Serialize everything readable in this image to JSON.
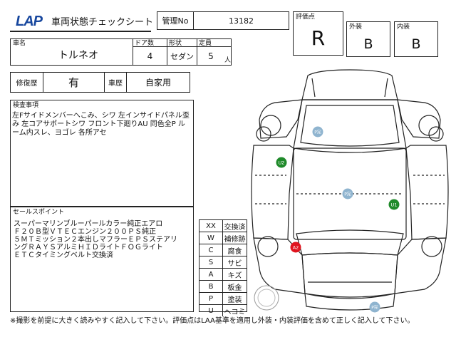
{
  "header": {
    "logo_text": "LAP",
    "title": "車両状態チェックシート",
    "control_label": "管理No",
    "control_value": "13182"
  },
  "grade": {
    "label": "評価点",
    "value": "R",
    "exterior_label": "外装",
    "exterior_value": "B",
    "interior_label": "内装",
    "interior_value": "B"
  },
  "vehicle": {
    "name_label": "車名",
    "name_value": "トルネオ",
    "doors_label": "ドア数",
    "doors_value": "4",
    "shape_label": "形状",
    "shape_value": "セダン",
    "capacity_label": "定員",
    "capacity_value": "5",
    "capacity_unit": "人"
  },
  "history": {
    "repair_label": "修復歴",
    "repair_value": "有",
    "car_history_label": "車歴",
    "car_history_value": "自家用"
  },
  "inspection": {
    "label": "検査事項",
    "text": "左Fサイドメンバーへこみ、シワ 左インサイドパネル歪み 左コアサポートシワ フロント下廻りAU 同色全P ルーム内スレ、ヨゴレ 各所アセ"
  },
  "sales": {
    "label": "セールスポイント",
    "text": "スーパーマリンブルーパールカラー純正エアロ\nＦ２０Ｂ型ＶＴＥＣエンジン２００ＰＳ純正\n５ＭＴミッション２本出しマフラーＥＰＳステアリ\nングＲＡＹＳアルミＨＩＤライトＦＯＧライト\nＥＴＣタイミングベルト交換済"
  },
  "damage_legend": [
    {
      "code": "XX",
      "desc": "交換済"
    },
    {
      "code": "W",
      "desc": "補修跡"
    },
    {
      "code": "C",
      "desc": "腐食"
    },
    {
      "code": "S",
      "desc": "サビ"
    },
    {
      "code": "A",
      "desc": "キズ"
    },
    {
      "code": "B",
      "desc": "板金"
    },
    {
      "code": "P",
      "desc": "塗装"
    },
    {
      "code": "U",
      "desc": "ヘコミ"
    }
  ],
  "markers": {
    "p_front": "P完",
    "p_roof": "P完",
    "p_rear": "P完",
    "u2": "U2",
    "u1": "U1",
    "a2": "A2"
  },
  "colors": {
    "green_marker": "#1f8a2a",
    "red_marker": "#e0141e",
    "blue_marker": "#8fb4cf",
    "line": "#222222",
    "logo_blue": "#17479e"
  },
  "footer": {
    "text": "※撮影を前提に大きく読みやすく記入して下さい。評価点はLAA基準を適用し外装・内装評価を含めて正しく記入して下さい。"
  }
}
